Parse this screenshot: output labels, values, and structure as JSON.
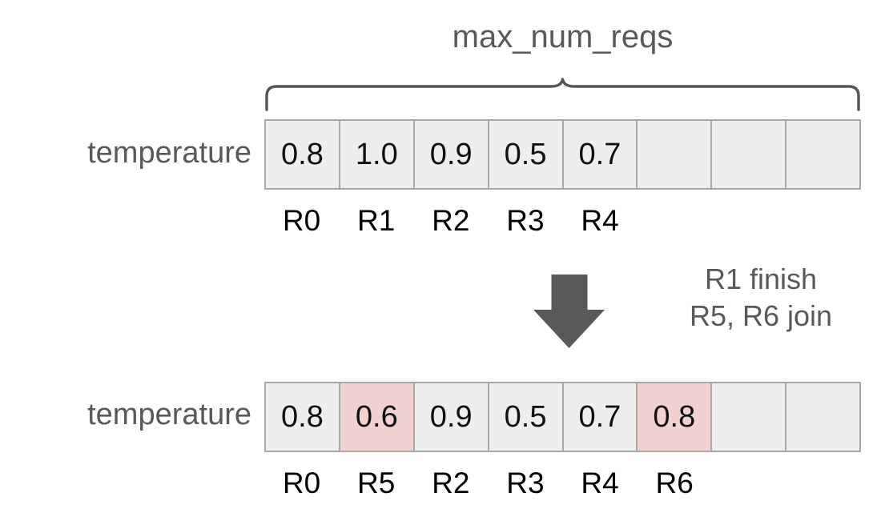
{
  "diagram": {
    "title_label": "max_num_reqs",
    "rows": [
      {
        "name": "top-row",
        "label": "temperature",
        "cells": [
          {
            "value": "0.8",
            "highlight": false
          },
          {
            "value": "1.0",
            "highlight": false
          },
          {
            "value": "0.9",
            "highlight": false
          },
          {
            "value": "0.5",
            "highlight": false
          },
          {
            "value": "0.7",
            "highlight": false
          },
          {
            "value": "",
            "highlight": false
          },
          {
            "value": "",
            "highlight": false
          },
          {
            "value": "",
            "highlight": false
          }
        ],
        "ticks": [
          "R0",
          "R1",
          "R2",
          "R3",
          "R4",
          "",
          "",
          ""
        ]
      },
      {
        "name": "bottom-row",
        "label": "temperature",
        "cells": [
          {
            "value": "0.8",
            "highlight": false
          },
          {
            "value": "0.6",
            "highlight": true
          },
          {
            "value": "0.9",
            "highlight": false
          },
          {
            "value": "0.5",
            "highlight": false
          },
          {
            "value": "0.7",
            "highlight": false
          },
          {
            "value": "0.8",
            "highlight": true
          },
          {
            "value": "",
            "highlight": false
          },
          {
            "value": "",
            "highlight": false
          }
        ],
        "ticks": [
          "R0",
          "R5",
          "R2",
          "R3",
          "R4",
          "R6",
          "",
          ""
        ]
      }
    ],
    "transition": {
      "arrow_icon": "arrow-down-icon",
      "note_lines": [
        "R1 finish",
        "R5, R6 join"
      ]
    },
    "colors": {
      "cell_fill": "#eeeeee",
      "cell_border": "#a8a8a8",
      "highlight_fill": "#f0d2d1",
      "label_text": "#595959",
      "value_text": "#111111",
      "tick_text": "#000000",
      "arrow_fill": "#595959",
      "background": "#ffffff"
    }
  }
}
